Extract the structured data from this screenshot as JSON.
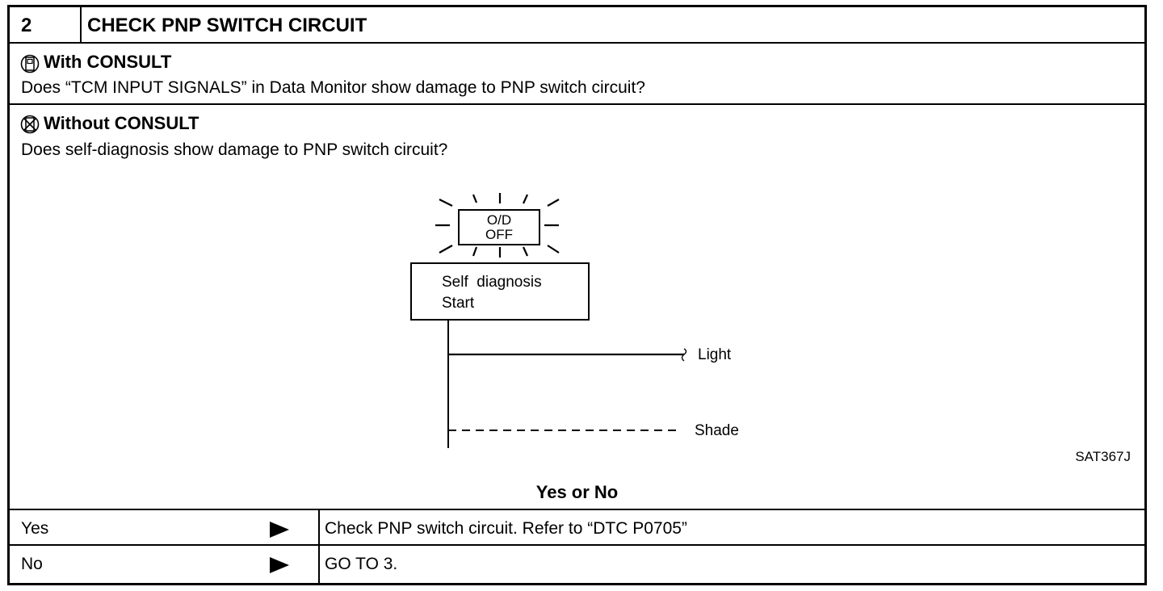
{
  "step": {
    "number": "2",
    "title": "CHECK PNP SWITCH CIRCUIT"
  },
  "with_consult": {
    "icon": "consult-tool-icon",
    "heading": "With CONSULT",
    "question": "Does “TCM INPUT SIGNALS” in Data Monitor show damage to PNP switch circuit?"
  },
  "without_consult": {
    "icon": "no-consult-tool-icon",
    "heading": "Without CONSULT",
    "question": "Does self-diagnosis show damage to PNP switch circuit?"
  },
  "diagram": {
    "lamp_line1": "O/D",
    "lamp_line2": "OFF",
    "box_line1": "Self  diagnosis",
    "box_line2": "Start",
    "light_label": "Light",
    "shade_label": "Shade",
    "figure_code": "SAT367J"
  },
  "prompt": "Yes or No",
  "answers": [
    {
      "label": "Yes",
      "action": "Check PNP switch circuit. Refer to “DTC P0705”"
    },
    {
      "label": "No",
      "action": "GO TO 3."
    }
  ]
}
